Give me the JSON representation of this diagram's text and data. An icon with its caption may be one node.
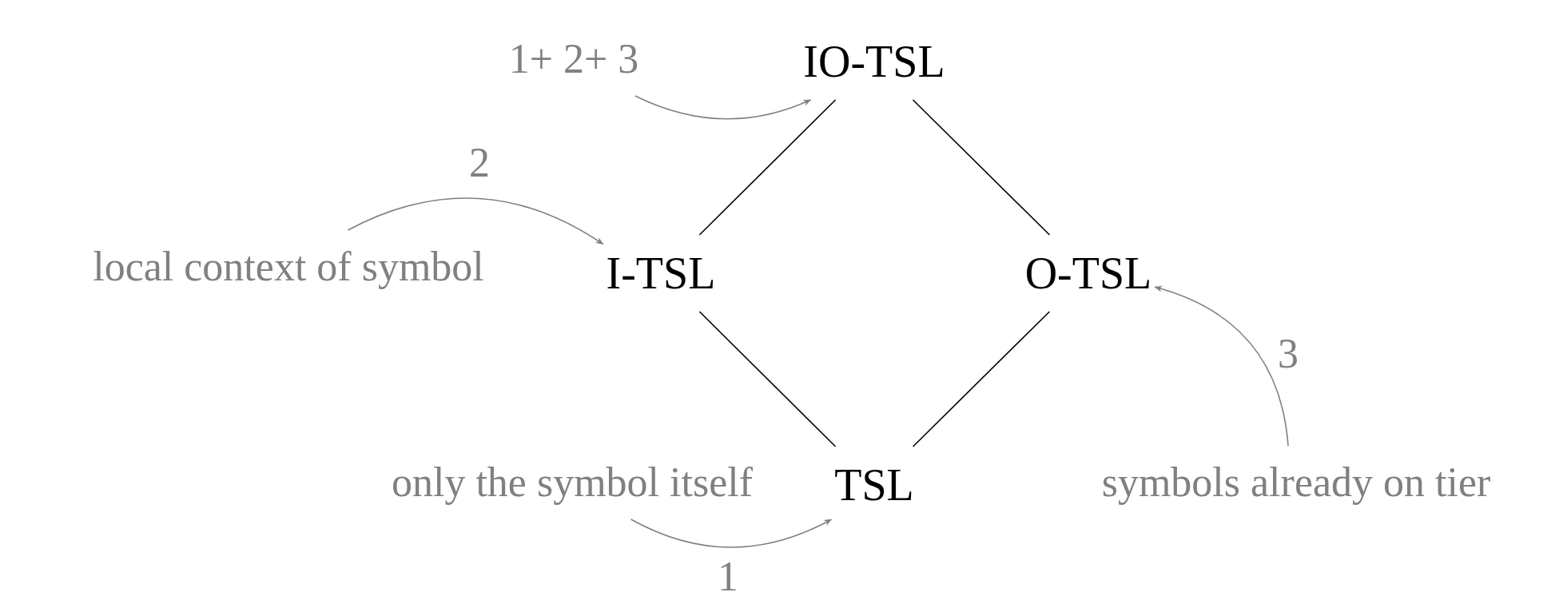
{
  "diagram": {
    "nodes": [
      {
        "text": [
          "IO-TSL"
        ]
      },
      {
        "text": [
          "I-TSL"
        ]
      },
      {
        "text": [
          "O-TSL"
        ]
      },
      {
        "text": [
          "TSL"
        ]
      },
      {
        "text": [
          "1+ 2+ 3"
        ]
      },
      {
        "text": [
          "local context of symbol"
        ]
      },
      {
        "text": [
          "only the symbol itself"
        ]
      },
      {
        "text": [
          "symbols already on tier"
        ]
      }
    ],
    "edges": [
      {
        "from": 0,
        "to": 1,
        "arrow": "none"
      },
      {
        "from": 0,
        "to": 2,
        "arrow": "none"
      },
      {
        "from": 1,
        "to": 3,
        "arrow": "none"
      },
      {
        "from": 2,
        "to": 3,
        "arrow": "none"
      },
      {
        "from": 4,
        "to": 0,
        "arrow": "to",
        "color": "#808080"
      },
      {
        "from": 5,
        "to": 1,
        "arrow": "to",
        "label": "2",
        "color": "#808080"
      },
      {
        "from": 6,
        "to": 3,
        "arrow": "to",
        "label": "1",
        "color": "#808080"
      },
      {
        "from": 7,
        "to": 2,
        "arrow": "to",
        "label": "3",
        "color": "#808080"
      }
    ]
  }
}
